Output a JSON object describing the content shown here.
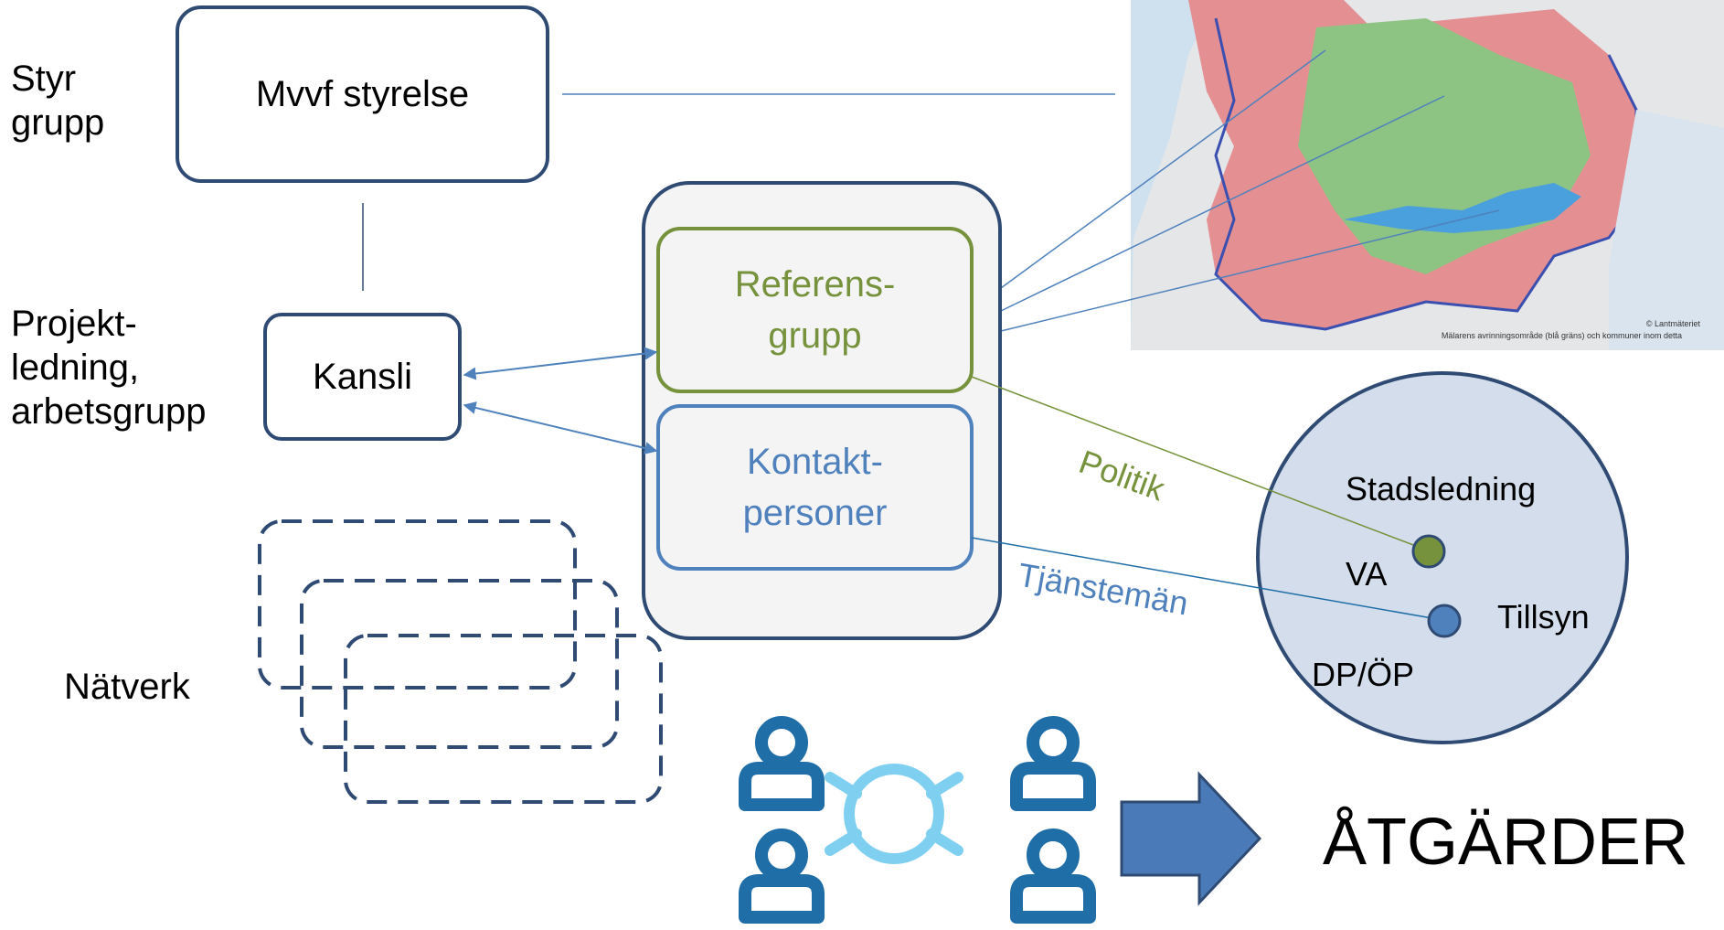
{
  "side_labels": {
    "styrgrupp": "Styr\ngrupp",
    "projektledning": "Projekt-\nledning,\narbetsgrupp",
    "natverk": "Nätverk"
  },
  "boxes": {
    "styrelse": "Mvvf styrelse",
    "kansli": "Kansli",
    "referensgrupp": "Referens-\ngrupp",
    "kontaktpersoner": "Kontakt-\npersoner"
  },
  "connections": {
    "politik": "Politik",
    "tjansteman": "Tjänstemän"
  },
  "circle": {
    "stadsledning": "Stadsledning",
    "va": "VA",
    "tillsyn": "Tillsyn",
    "dpop": "DP/ÖP"
  },
  "outcome": "ÅTGÄRDER",
  "map": {
    "credit": "© Lantmäteriet",
    "caption": "Mälarens avrinningsområde (blå gräns) och kommuner inom detta"
  },
  "colors": {
    "dark_blue": "#2f4b73",
    "green": "#76923c",
    "light_blue": "#4f81bd",
    "circle_fill": "#d3ddeb",
    "icon_blue": "#1f6ea8",
    "icon_light": "#7fd0f0",
    "arrow_blue": "#4a7ab8",
    "map_red": "#e48f91",
    "map_green": "#8ec483",
    "map_water": "#4aa0dc"
  }
}
